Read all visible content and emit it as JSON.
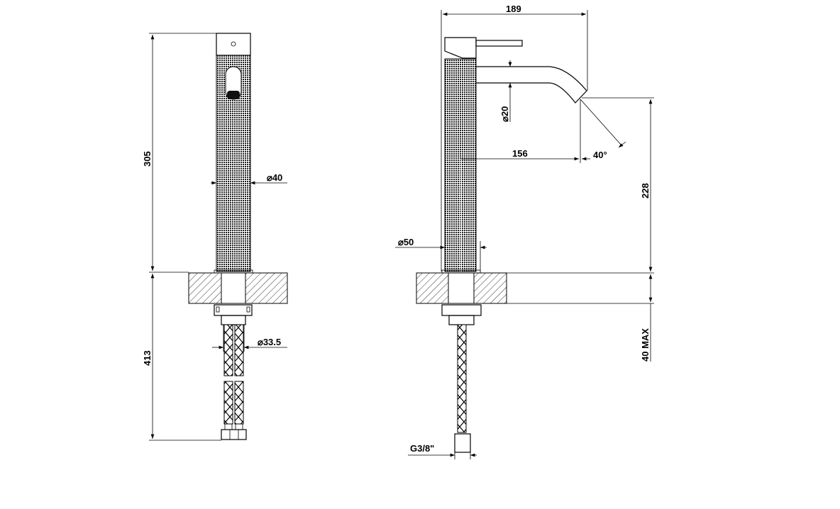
{
  "front_view": {
    "height_above_deck": "305",
    "length_below_deck": "413",
    "body_diameter": "⌀40",
    "hose_diameter": "⌀33.5"
  },
  "side_view": {
    "overall_reach": "189",
    "spout_diameter": "⌀20",
    "spout_projection": "156",
    "outlet_angle": "40°",
    "outlet_height": "228",
    "base_diameter": "⌀50",
    "max_deck_thickness": "40 MAX",
    "connection": "G3/8\""
  }
}
